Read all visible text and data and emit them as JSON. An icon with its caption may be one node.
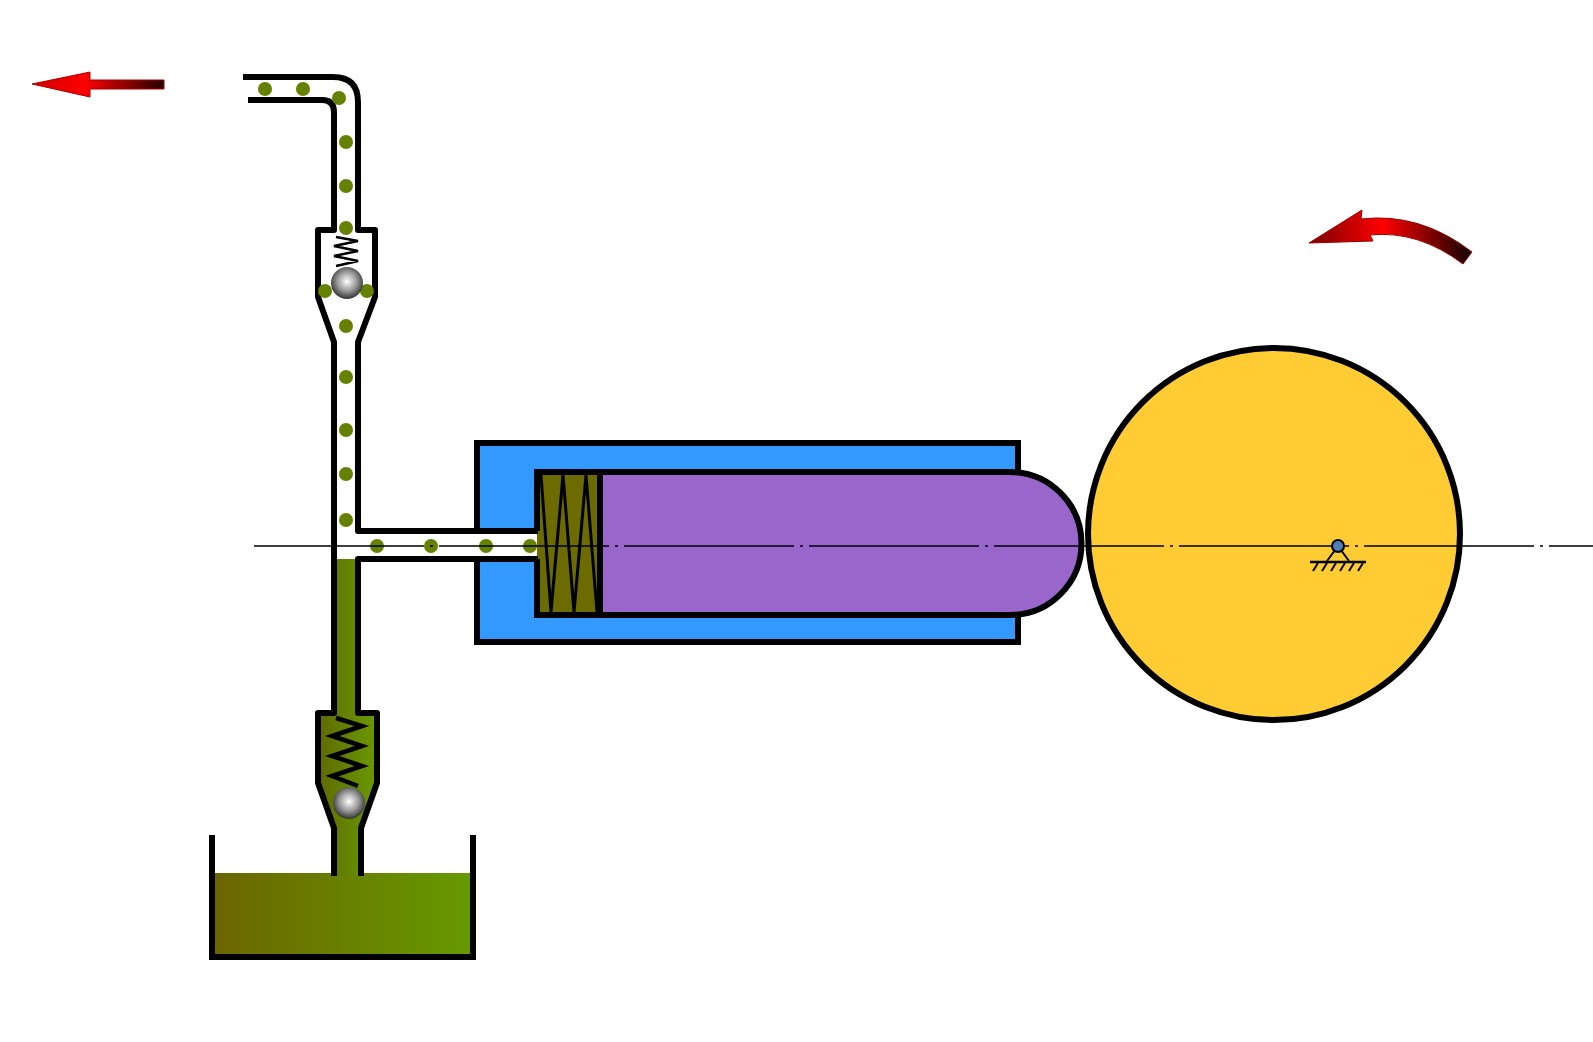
{
  "diagram": {
    "nodes": [
      {
        "text": [],
        "shape": "box"
      },
      {
        "text": [],
        "shape": "box"
      },
      {
        "text": [],
        "shape": "box"
      },
      {
        "text": [],
        "shape": "circle"
      }
    ]
  }
}
